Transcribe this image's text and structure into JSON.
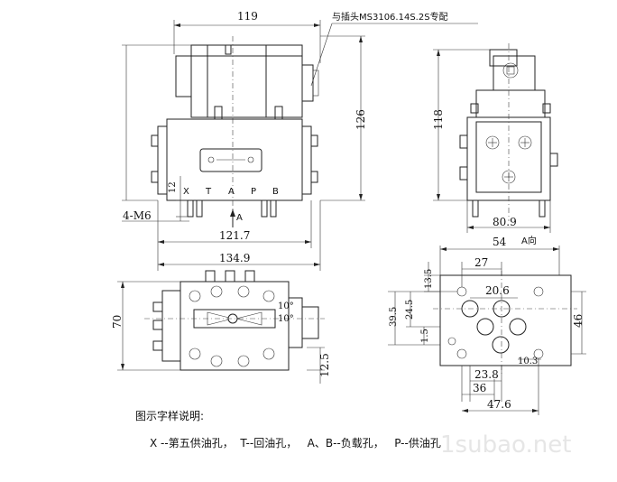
{
  "front_view": {
    "dim_width": "119",
    "dim_height": "126",
    "dim_bottom_1": "121.7",
    "dim_bottom_2": "134.9",
    "dim_left_small": "12",
    "thread_label": "4-M6",
    "port_labels": [
      "X",
      "T",
      "A",
      "P",
      "B"
    ],
    "arrow_label": "A",
    "connector_note": "与插头MS3106.14S.2S专配"
  },
  "side_view": {
    "dim_height": "118",
    "dim_width": "80.9"
  },
  "top_view": {
    "dim_height": "70",
    "dim_small": "12.5",
    "angle_1": "10°",
    "angle_2": "10°"
  },
  "port_view": {
    "title": "A向",
    "dim_54": "54",
    "dim_27": "27",
    "dim_20_6": "20.6",
    "dim_13_5": "13.5",
    "dim_39_5": "39.5",
    "dim_24_5": "24.5",
    "dim_1_5": "1.5",
    "dim_46": "46",
    "dim_10_3": "10.3",
    "dim_23_8": "23.8",
    "dim_36": "36",
    "dim_47_6": "47.6"
  },
  "legend": {
    "title": "图示字样说明:",
    "line": "X --第五供油孔，  T--回油孔，   A、B--负载孔，   P--供油孔"
  },
  "watermark": "1subao.net"
}
